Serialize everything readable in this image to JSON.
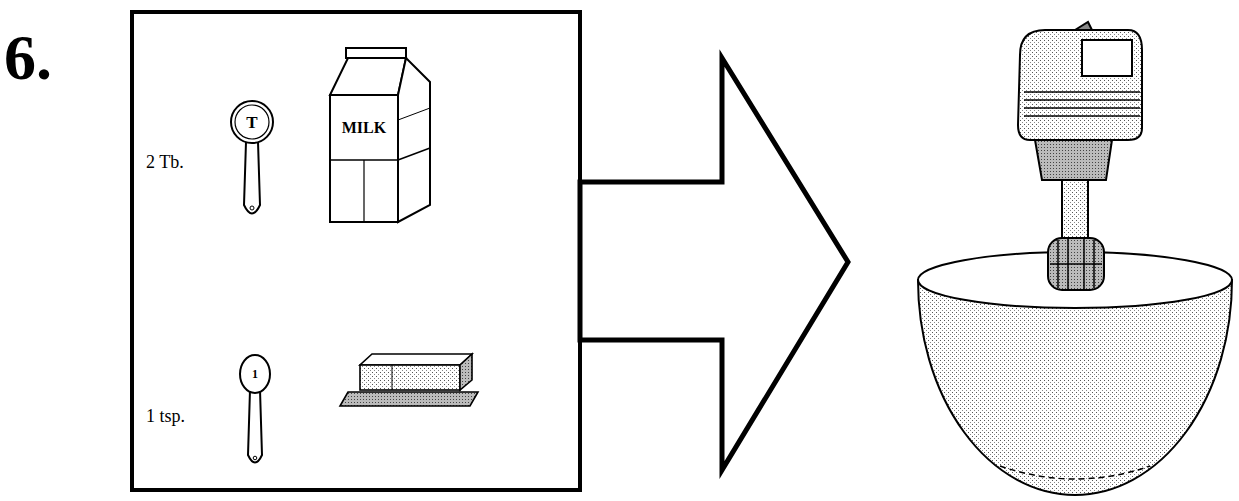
{
  "diagram": {
    "nodes": [
      {
        "text": [
          "2 Tb.",
          "1 tsp."
        ]
      }
    ],
    "labels": [
      "6.",
      "T",
      "MILK",
      "1"
    ]
  }
}
